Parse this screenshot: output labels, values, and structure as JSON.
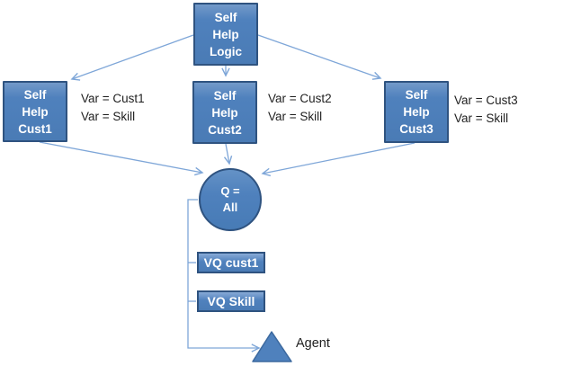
{
  "colors": {
    "node_fill": "#4f81bd",
    "node_border": "#2f5380",
    "connector": "#7ea6d8",
    "node_text": "#ffffff",
    "label_text": "#1f1f1f"
  },
  "diagram": {
    "root_node": {
      "label": "Self\nHelp\nLogic"
    },
    "branch_nodes": [
      {
        "label": "Self\nHelp\nCust1",
        "vars": "Var = Cust1\nVar = Skill"
      },
      {
        "label": "Self\nHelp\nCust2",
        "vars": "Var = Cust2\nVar = Skill"
      },
      {
        "label": "Self\nHelp\nCust3",
        "vars": "Var = Cust3\nVar = Skill"
      }
    ],
    "queue_node": {
      "label": "Q =\nAll"
    },
    "vq_nodes": [
      {
        "label": "VQ cust1"
      },
      {
        "label": "VQ Skill"
      }
    ],
    "agent_node": {
      "label": "Agent"
    }
  }
}
